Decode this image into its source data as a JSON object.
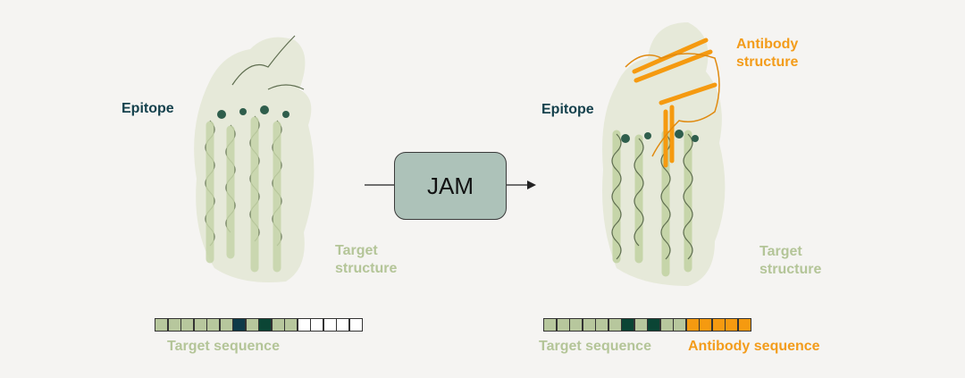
{
  "diagram": {
    "process_block": {
      "label": "JAM"
    },
    "input": {
      "epitope_label": "Epitope",
      "target_structure_label_line1": "Target",
      "target_structure_label_line2": "structure",
      "sequence_label": "Target sequence",
      "sequence_cells": [
        "target",
        "target",
        "target",
        "target",
        "target",
        "target",
        "epitope-a",
        "target",
        "epitope-b",
        "target",
        "target",
        "empty",
        "empty",
        "empty",
        "empty",
        "empty"
      ]
    },
    "output": {
      "epitope_label": "Epitope",
      "antibody_structure_label_line1": "Antibody",
      "antibody_structure_label_line2": "structure",
      "target_structure_label_line1": "Target",
      "target_structure_label_line2": "structure",
      "target_sequence_label": "Target sequence",
      "antibody_sequence_label": "Antibody sequence",
      "sequence_cells": [
        "target",
        "target",
        "target",
        "target",
        "target",
        "target",
        "epitope-b",
        "target",
        "epitope-b",
        "target",
        "target",
        "antibody",
        "antibody",
        "antibody",
        "antibody",
        "antibody"
      ]
    },
    "colors": {
      "target": "#b7c79d",
      "epitope-a": "#0e3a48",
      "epitope-b": "#0b4535",
      "empty": "#ffffff",
      "antibody": "#f59a10",
      "jam_fill": "#adc2b9",
      "epitope_text": "#15414d",
      "target_text": "#b4c598",
      "antibody_text": "#f39c1b"
    }
  }
}
